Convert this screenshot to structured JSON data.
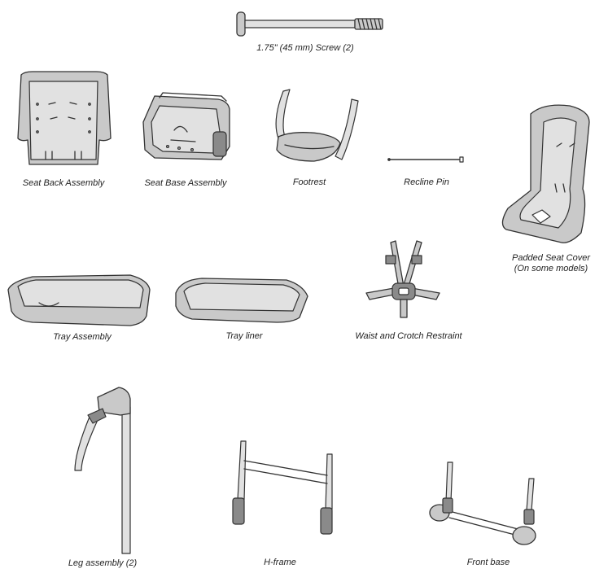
{
  "parts": {
    "screw": "1.75\" (45 mm) Screw (2)",
    "seat_back": "Seat Back Assembly",
    "seat_base": "Seat Base Assembly",
    "footrest": "Footrest",
    "recline_pin": "Recline Pin",
    "seat_cover_line1": "Padded Seat Cover",
    "seat_cover_line2": "(On some models)",
    "tray": "Tray Assembly",
    "tray_liner": "Tray liner",
    "restraint": "Waist and Crotch Restraint",
    "leg": "Leg assembly (2)",
    "hframe": "H-frame",
    "front_base": "Front base"
  },
  "colors": {
    "line": "#333333",
    "fill": "#c9c9c9",
    "light_fill": "#e1e1e1",
    "dark_fill": "#8a8a8a"
  }
}
